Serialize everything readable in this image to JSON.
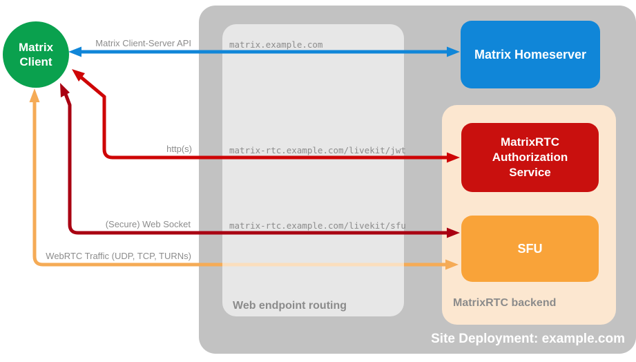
{
  "colors": {
    "page_bg": "#ffffff",
    "site_container": "#c2c2c2",
    "routing_box_tint": "rgba(255,255,255,0.61)",
    "backend_box": "#fce7d0",
    "client_green": "#0aa14e",
    "homeserver_blue": "#1086d8",
    "auth_red": "#c9100e",
    "sfu_orange": "#f9a339",
    "api_arrow": "#1086d8",
    "https_arrow": "#ce0506",
    "websocket_arrow": "#a90012",
    "webrtc_arrow": "#f5ab56",
    "label_gray": "#8c8c8c",
    "container_label_gray": "#8b8b8b"
  },
  "client": {
    "line1": "Matrix",
    "line2": "Client"
  },
  "homeserver": {
    "label": "Matrix Homeserver"
  },
  "auth_service": {
    "label": "MatrixRTC Authorization Service"
  },
  "sfu": {
    "label": "SFU"
  },
  "containers": {
    "site_label": "Site Deployment: example.com",
    "routing_label": "Web endpoint routing",
    "backend_label": "MatrixRTC backend"
  },
  "edges": {
    "client_server_api": {
      "label": "Matrix Client-Server API",
      "route": "matrix.example.com"
    },
    "https": {
      "label": "http(s)",
      "route": "matrix-rtc.example.com/livekit/jwt"
    },
    "websocket": {
      "label": "(Secure) Web Socket",
      "route": "matrix-rtc.example.com/livekit/sfu"
    },
    "webrtc": {
      "label": "WebRTC Traffic (UDP, TCP, TURNs)"
    }
  }
}
